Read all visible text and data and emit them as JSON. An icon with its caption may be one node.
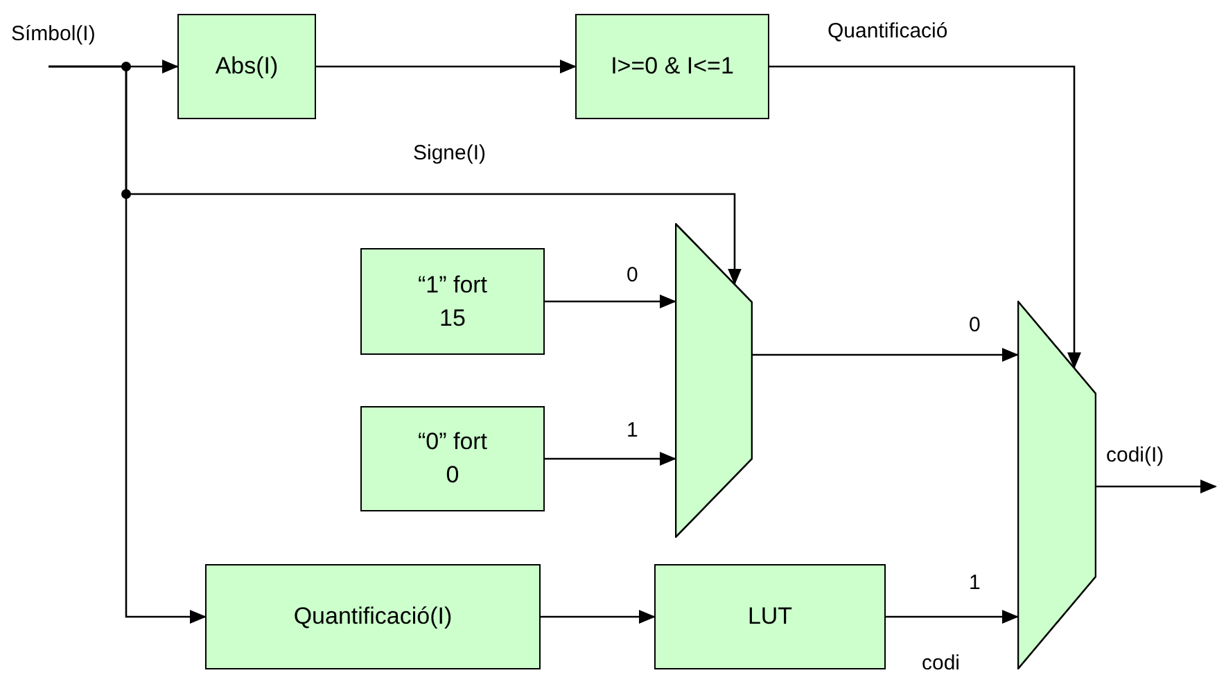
{
  "diagram": {
    "nodes": [
      {
        "text": [
          "Abs(I)"
        ]
      },
      {
        "text": [
          "I>=0 & I<=1"
        ]
      },
      {
        "text": [
          "“1” fort 15"
        ]
      },
      {
        "text": [],
        "shape": "trapezoid"
      },
      {
        "text": [],
        "shape": "trapezoid"
      },
      {
        "text": [
          "“0” fort 0"
        ]
      },
      {
        "text": [
          "Quantificació(I)"
        ]
      },
      {
        "text": [
          "LUT"
        ]
      }
    ],
    "edges": [
      {
        "from": null,
        "to": 0,
        "arrow": "to",
        "label": "Símbol(I)"
      },
      {
        "from": null,
        "to": 3,
        "arrow": "to",
        "label": "Signe(I)"
      },
      {
        "from": null,
        "to": 6,
        "arrow": "to"
      },
      {
        "from": 0,
        "to": 1,
        "arrow": "to"
      },
      {
        "from": 1,
        "to": 4,
        "arrow": "to",
        "label": "Quantificació"
      },
      {
        "from": 2,
        "to": 3,
        "arrow": "to",
        "label": "0"
      },
      {
        "from": 5,
        "to": 3,
        "arrow": "to",
        "label": "1"
      },
      {
        "from": 3,
        "to": 4,
        "arrow": "to",
        "label": "0"
      },
      {
        "from": 6,
        "to": 7,
        "arrow": "to"
      },
      {
        "from": 7,
        "to": 4,
        "arrow": "to",
        "label": "1"
      },
      {
        "from": 4,
        "to": null,
        "arrow": "to",
        "label": "codi(I)"
      }
    ],
    "labels": [
      "codi"
    ]
  }
}
